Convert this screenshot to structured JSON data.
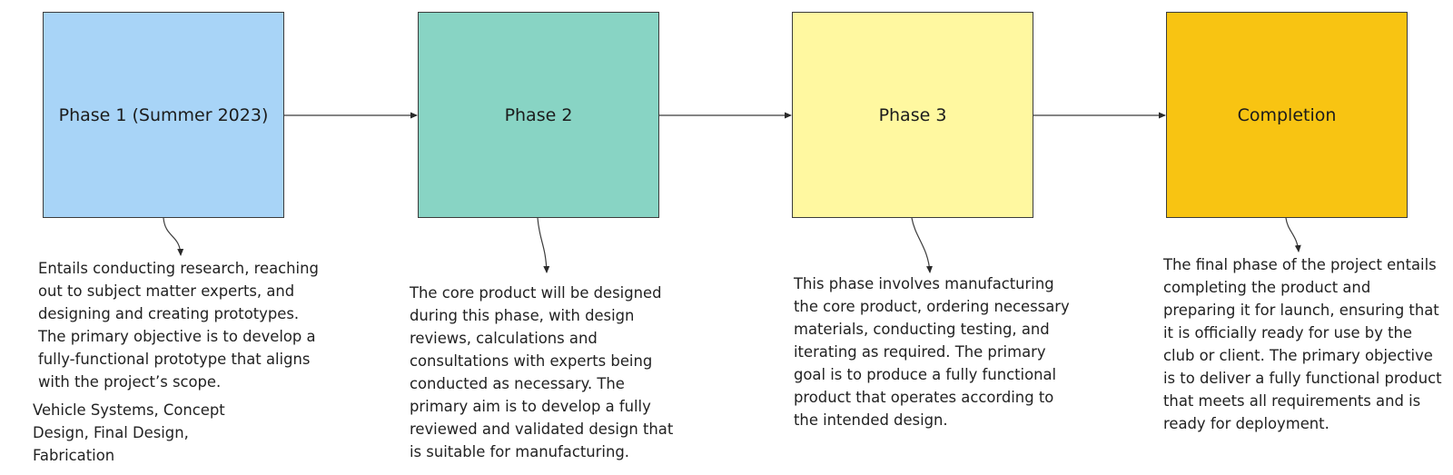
{
  "colors": {
    "phase_1": "#a8d4f7",
    "phase_2": "#88d4c4",
    "phase_3": "#fff8a0",
    "phase_4": "#f8c412",
    "stroke": "#3c3c3c"
  },
  "phases": [
    {
      "label": "Phase 1 (Summer 2023)",
      "description": "Entails conducting research, reaching\nout to subject matter experts, and\ndesigning and creating prototypes.\nThe primary objective is to develop a\nfully-functional prototype that aligns\nwith the project’s scope.",
      "tags": "Vehicle Systems, Concept\nDesign, Final Design,\nFabrication"
    },
    {
      "label": "Phase 2",
      "description": "The core product will be designed\nduring this phase, with design\nreviews, calculations and\nconsultations with experts being\nconducted as necessary. The\nprimary aim is to develop a fully\nreviewed and validated design that\nis suitable for manufacturing."
    },
    {
      "label": "Phase 3",
      "description": "This phase involves manufacturing\nthe core product, ordering necessary\nmaterials, conducting testing, and\niterating as required. The primary\ngoal is to produce a fully functional\nproduct that operates according to\nthe intended design."
    },
    {
      "label": "Completion",
      "description": "The final phase of the project entails\ncompleting the product and\npreparing it for launch, ensuring that\nit is officially ready for use by the\nclub or client. The primary objective\nis to deliver a fully functional product\nthat meets all requirements and is\nready for deployment."
    }
  ]
}
